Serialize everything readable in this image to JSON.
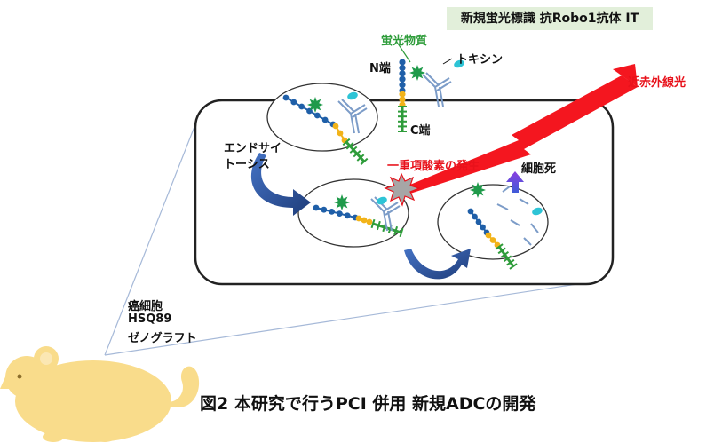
{
  "title_box": "新規蛍光標識 抗Robo1抗体 IT",
  "labels": {
    "fluorescent_substance": "蛍光物質",
    "n_terminus": "N端",
    "c_terminus": "C端",
    "toxin": "トキシン",
    "near_infrared": "近赤外線光",
    "endocytosis_line1": "エンドサイ",
    "endocytosis_line2": "トーシス",
    "singlet_oxygen": "一重項酸素の発生",
    "cell_death": "細胞死",
    "cancer_cell_line1": "癌細胞",
    "cancer_cell_line2": "HSQ89",
    "cancer_cell_line3": "ゼノグラフト"
  },
  "caption": "図2  本研究で行うPCI 併用  新規ADCの開発",
  "colors": {
    "title_bg": "#e2efda",
    "accent_red": "#e8121b",
    "label_green": "#2e9c3a",
    "chain_blue": "#1f5fa8",
    "chain_yellow": "#f2b319",
    "chain_green": "#2e9c3a",
    "star_green": "#1f9a4a",
    "toxin_cyan": "#2ec4d6",
    "antibody_blue": "#7c9cc8",
    "arrow_blue": "#2f5597",
    "death_arrow": "#6a3fd8",
    "mouse": "#f9dc8b"
  }
}
